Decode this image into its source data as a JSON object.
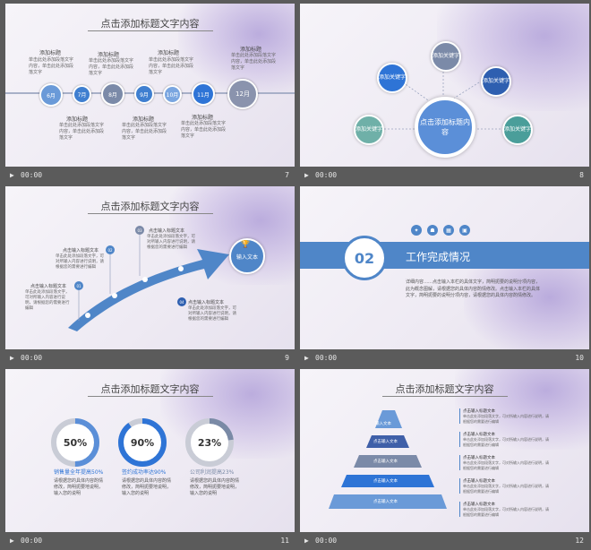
{
  "footer_time": "00:00",
  "slides": {
    "s7": {
      "title": "点击添加标题文字内容",
      "num": "7",
      "top_items": [
        {
          "head": "添加标题",
          "text": "单击此处添加段落文字内容，单击此处添加段落文字"
        },
        {
          "head": "添加标题",
          "text": "单击此处添加段落文字内容，单击此处添加段落文字"
        },
        {
          "head": "添加标题",
          "text": "单击此处添加段落文字内容，单击此处添加段落文字"
        },
        {
          "head": "添加标题",
          "text": "单击此处添加段落文字内容，单击此处添加段落文字"
        }
      ],
      "bottom_items": [
        {
          "head": "添加标题",
          "text": "单击此处添加段落文字内容，单击此处添加段落文字"
        },
        {
          "head": "添加标题",
          "text": "单击此处添加段落文字内容，单击此处添加段落文字"
        },
        {
          "head": "添加标题",
          "text": "单击此处添加段落文字内容，单击此处添加段落文字"
        }
      ],
      "months": [
        "6月",
        "7月",
        "8月",
        "9月",
        "10月",
        "11月",
        "12月"
      ]
    },
    "s8": {
      "num": "8",
      "center": "点击添加标题内容",
      "k1": "添加关键字",
      "k2": "添加关键字",
      "k3": "添加关键字",
      "k4": "添加关键字",
      "k5": "添加关键字"
    },
    "s9": {
      "title": "点击添加标题文字内容",
      "num": "9",
      "arrow_text": "输入文本",
      "items": [
        {
          "n": "01",
          "head": "点击输入标题文本",
          "text": "单击此处添加段落文字，可对所输入内容进行说明，请根据您的需要进行编辑"
        },
        {
          "n": "02",
          "head": "点击输入标题文本",
          "text": "单击此处添加段落文字，可对所输入内容进行说明，请根据您的需要进行编辑"
        },
        {
          "n": "03",
          "head": "点击输入标题文本",
          "text": "单击此处添加段落文字，可对所输入内容进行说明，请根据您的需要进行编辑"
        },
        {
          "n": "04",
          "head": "点击输入标题文本",
          "text": "单击此处添加段落文字，可对所输入内容进行说明，请根据您的需要进行编辑"
        }
      ]
    },
    "s10": {
      "num": "10",
      "big_number": "02",
      "heading": "工作完成情况",
      "body": "详细内容……点击输入本栏的具体文字，简明扼要的说明分项内容，此为概念图解，请根据您的具体内容酌情修改。点击输入本栏的具体文字，简明扼要的说明分项内容，请根据您的具体内容酌情修改。"
    },
    "s11": {
      "title": "点击添加标题文字内容",
      "num": "11",
      "rings": [
        {
          "value": "50%",
          "percent": 50,
          "color": "#5b8fd8",
          "caption": "销售量全年提高50%",
          "text": "请根据您的具体内容酌情修改，简明扼要地说明，输入您的说明"
        },
        {
          "value": "90%",
          "percent": 90,
          "color": "#2e74d6",
          "caption": "签约成功率达90%",
          "text": "请根据您的具体内容酌情修改，简明扼要地说明，输入您的说明"
        },
        {
          "value": "23%",
          "percent": 23,
          "color": "#7a8aa6",
          "caption": "公司利润提高23%",
          "text": "请根据您的具体内容酌情修改，简明扼要地说明，输入您的说明"
        }
      ]
    },
    "s12": {
      "title": "点击添加标题文字内容",
      "num": "12",
      "levels": [
        "输入文本",
        "点击输入文本",
        "点击输入文本",
        "点击输入文本",
        "点击输入文本"
      ],
      "items": [
        {
          "head": "点击输入标题文本",
          "text": "单击此处添加段落文字，可对所输入内容进行说明，请根据您的需要进行编辑"
        },
        {
          "head": "点击输入标题文本",
          "text": "单击此处添加段落文字，可对所输入内容进行说明，请根据您的需要进行编辑"
        },
        {
          "head": "点击输入标题文本",
          "text": "单击此处添加段落文字，可对所输入内容进行说明，请根据您的需要进行编辑"
        },
        {
          "head": "点击输入标题文本",
          "text": "单击此处添加段落文字，可对所输入内容进行说明，请根据您的需要进行编辑"
        },
        {
          "head": "点击输入标题文本",
          "text": "单击此处添加段落文字，可对所输入内容进行说明，请根据您的需要进行编辑"
        }
      ]
    }
  }
}
